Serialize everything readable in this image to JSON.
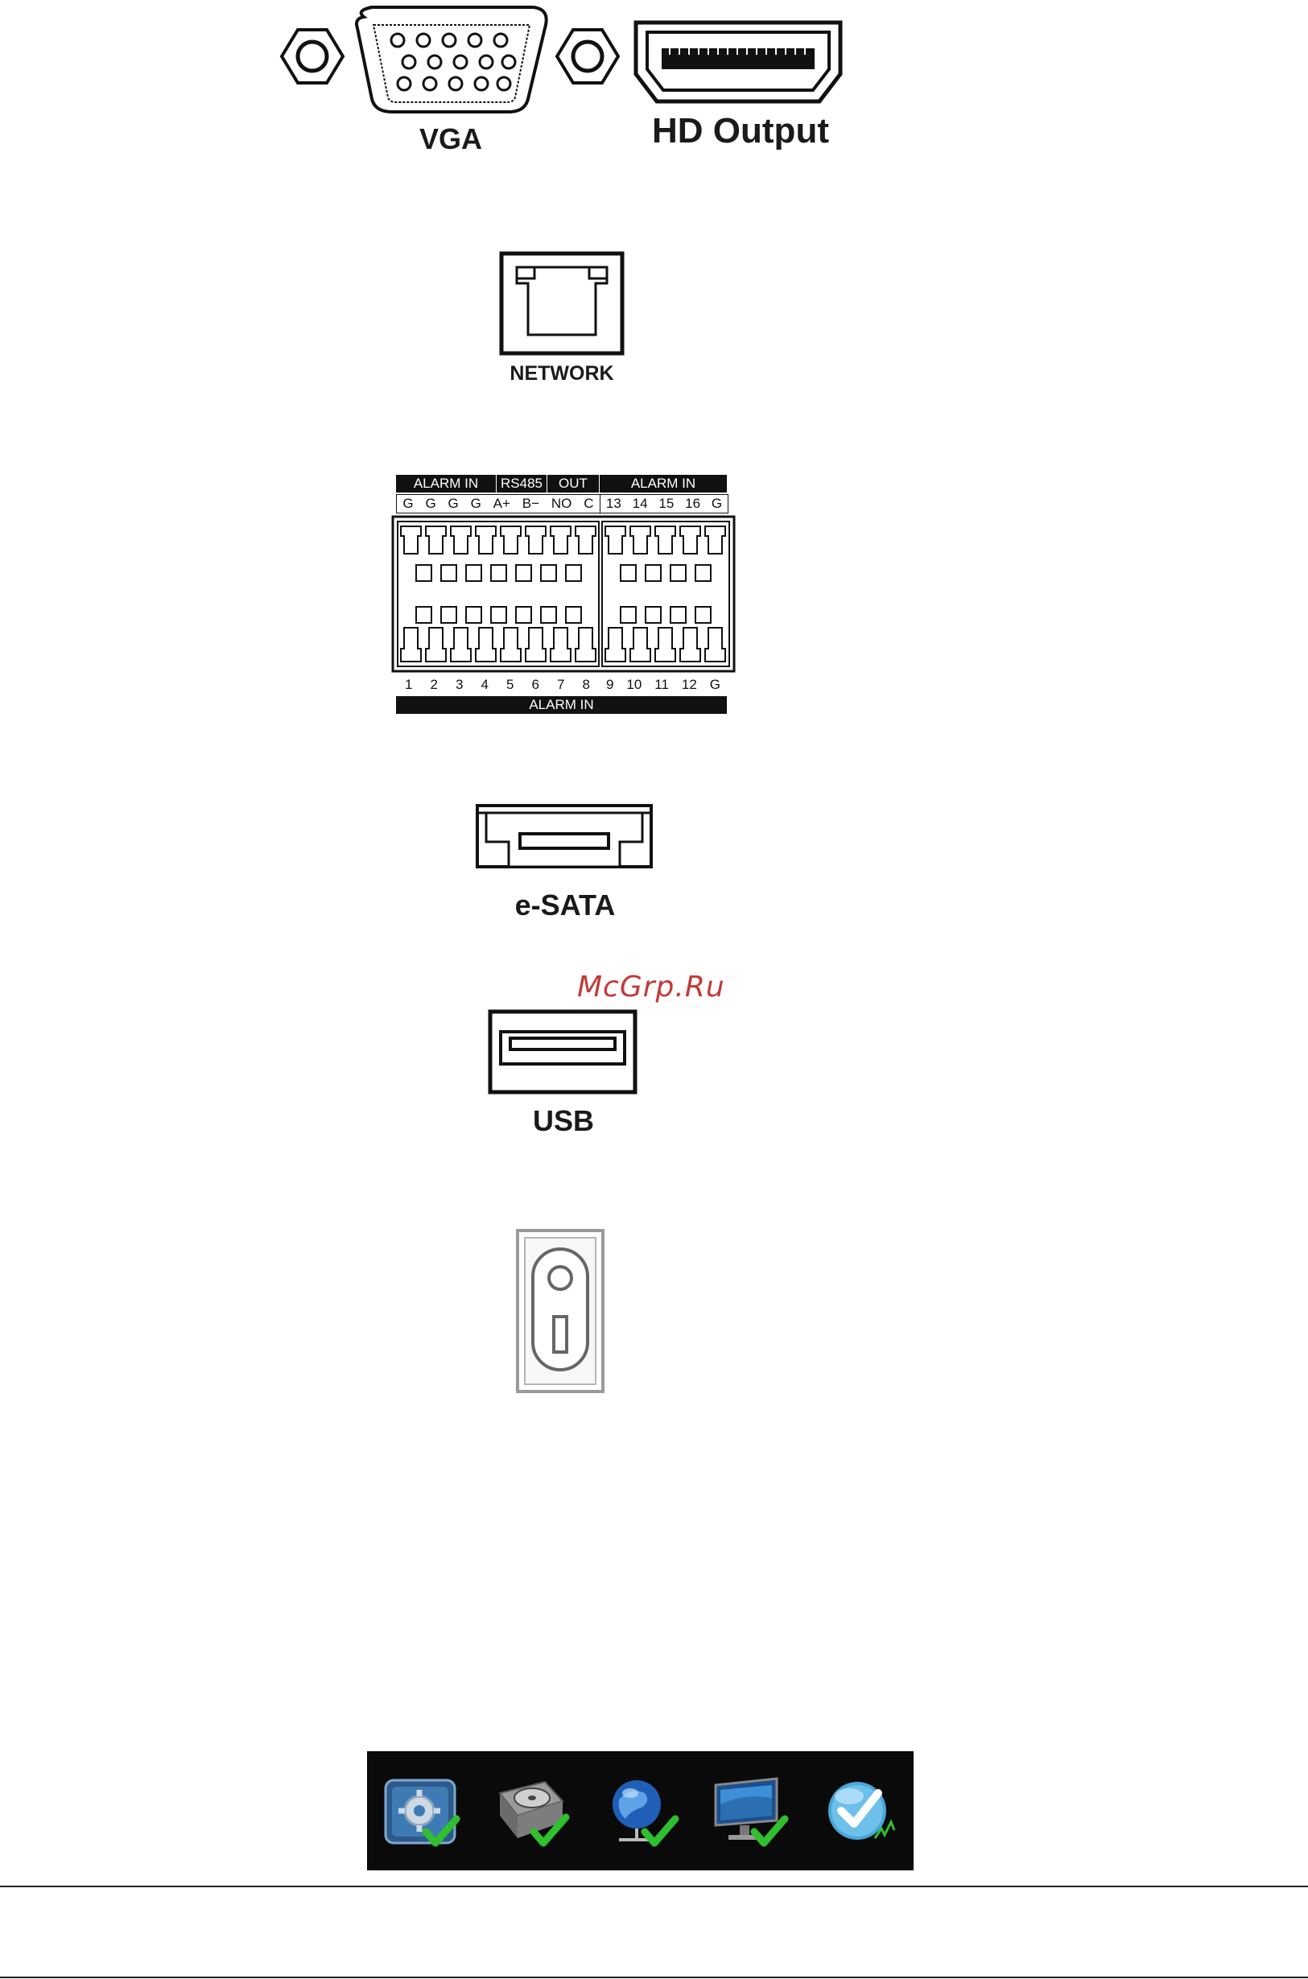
{
  "connectors": {
    "vga_label": "VGA",
    "hd_label": "HD Output",
    "network_label": "NETWORK",
    "esata_label": "e-SATA",
    "usb_label": "USB"
  },
  "terminal_block": {
    "top_groups": [
      "ALARM IN",
      "RS485",
      "OUT",
      "ALARM IN"
    ],
    "top_pins_left": [
      "G",
      "G",
      "G",
      "G",
      "A+",
      "B−",
      "NO",
      "C"
    ],
    "top_pins_right": [
      "13",
      "14",
      "15",
      "16",
      "G"
    ],
    "bottom_pins_left": [
      "1",
      "2",
      "3",
      "4",
      "5",
      "6",
      "7",
      "8"
    ],
    "bottom_pins_right": [
      "9",
      "10",
      "11",
      "12",
      "G"
    ],
    "bottom_group": "ALARM IN"
  },
  "watermark": "McGrp.Ru",
  "taskbar": {
    "icons": [
      "settings-check-icon",
      "hdd-check-icon",
      "network-globe-check-icon",
      "monitor-check-icon",
      "system-check-icon"
    ],
    "check_color": "#2fbf2f",
    "background": "#0a0a0a"
  }
}
